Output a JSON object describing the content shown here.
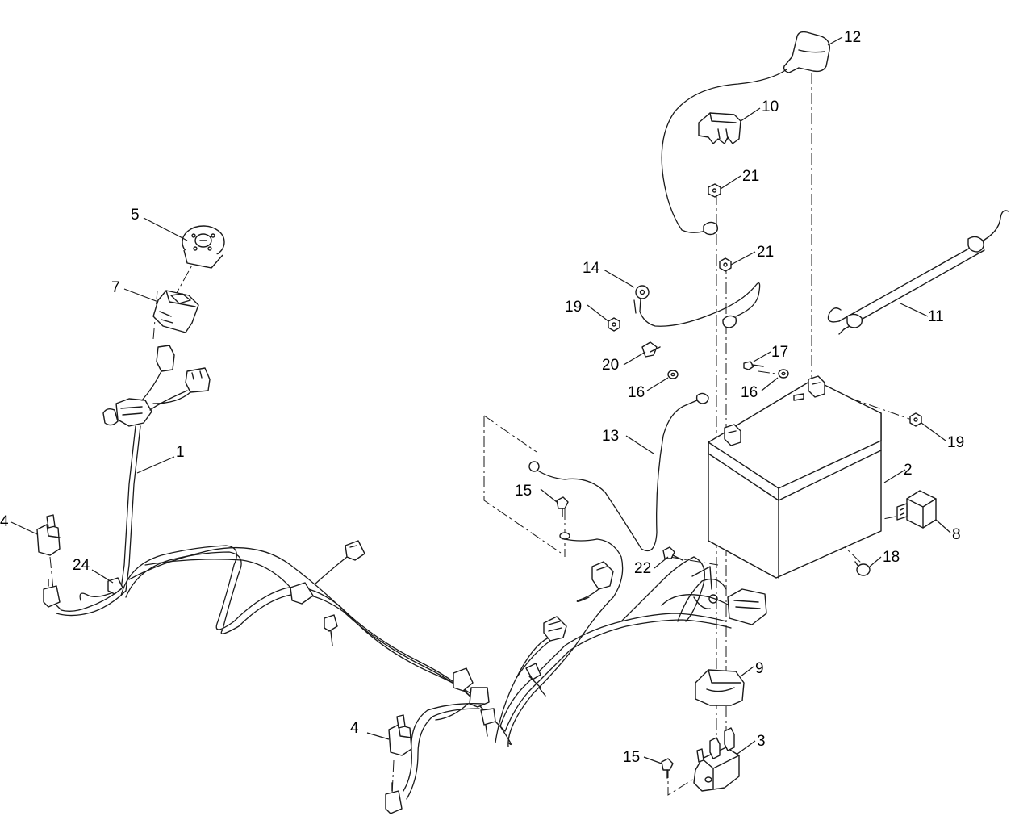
{
  "callouts": {
    "c1": "1",
    "c2": "2",
    "c3": "3",
    "c4a": "4",
    "c4b": "4",
    "c5": "5",
    "c7": "7",
    "c8": "8",
    "c9": "9",
    "c10": "10",
    "c11": "11",
    "c12": "12",
    "c13": "13",
    "c14": "14",
    "c15a": "15",
    "c15b": "15",
    "c16a": "16",
    "c16b": "16",
    "c17": "17",
    "c18": "18",
    "c19a": "19",
    "c19b": "19",
    "c20": "20",
    "c21a": "21",
    "c21b": "21",
    "c22": "22",
    "c24": "24"
  }
}
